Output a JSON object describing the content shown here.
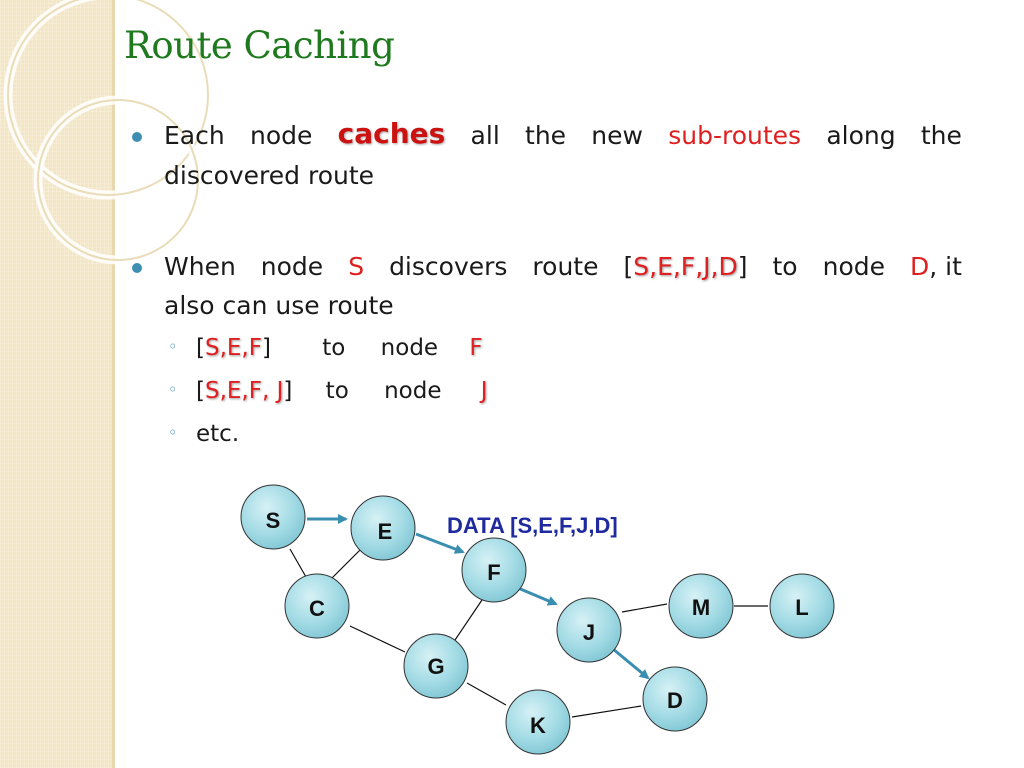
{
  "slide": {
    "title": "Route Caching",
    "bullet1": {
      "w1": "Each",
      "w2": "node",
      "caches": "caches",
      "w4": "all",
      "w5": "the",
      "w6": "new",
      "subroutes": "sub-routes",
      "w8": "along",
      "w9": "the",
      "line2": "discovered route"
    },
    "bullet2": {
      "w1": "When",
      "w2": "node",
      "s": "S",
      "w4": "discovers",
      "w5": "route",
      "bracket_open": "[",
      "route": "S,E,F,J,D",
      "bracket_close": "]",
      "w7": "to",
      "w8": "node",
      "d": "D",
      "comma_it": ", it",
      "line2": "also can use route"
    },
    "subitems": [
      {
        "open": "[",
        "route": "S,E,F",
        "close": "]",
        "to": "to",
        "node": "node",
        "target": "F"
      },
      {
        "open": "[",
        "route": "S,E,F, J",
        "close": "]",
        "to": "to",
        "node": "node",
        "target": "J"
      },
      {
        "text": "etc."
      }
    ]
  },
  "graph": {
    "data_label": "DATA [S,E,F,J,D]",
    "nodes": [
      "S",
      "E",
      "F",
      "C",
      "M",
      "L",
      "J",
      "G",
      "D",
      "K"
    ],
    "highlighted_path": [
      "S",
      "E",
      "F",
      "J",
      "D"
    ],
    "colors": {
      "node_fill": "#9fd8e2",
      "path_arrow": "#3a8fb0",
      "data_label": "#1f2a9e"
    }
  },
  "colors": {
    "title": "#1f7a1f",
    "highlight": "#e02020",
    "bullet": "#3c8fb0"
  }
}
